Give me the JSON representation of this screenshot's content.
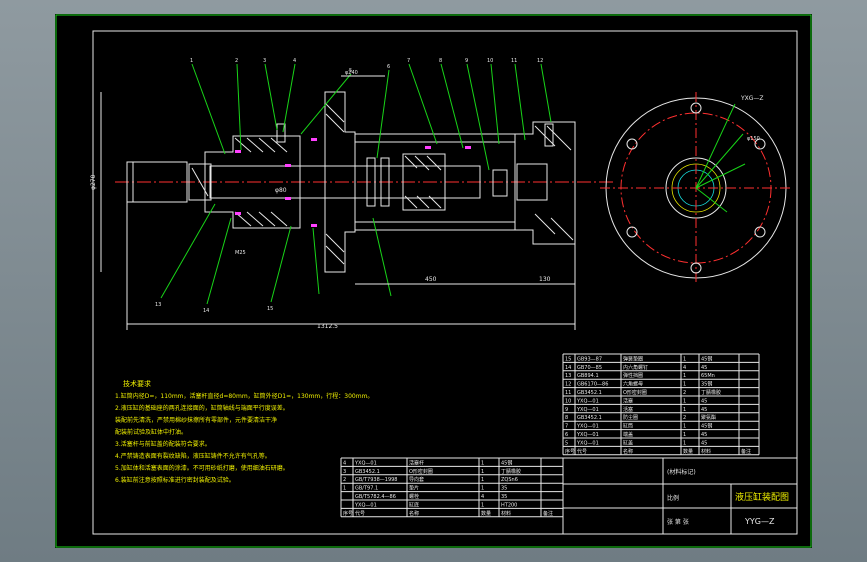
{
  "tech_requirements": {
    "heading": "技术要求",
    "lines": [
      "1.缸筒内径D=，110mm，活塞杆直径d=80mm，缸筒外径D1=，130mm，行程：300mm。",
      "2.液压缸的基础座的两孔连接面的，缸筒轴线与端面平行度误差。",
      "装配前先清洗，严禁用棉纱抹擦所有零部件，元件要清洁干净",
      "配装前试验及缸体中打油。",
      "3.活塞杆与前缸盖的配装符合要求。",
      "4.严禁铸造表面有裂纹缺陷，液压缸铸件不允许有气孔等。",
      "5.加缸体和活塞表面的涂漆。不可用砂纸打磨，使用细油石研磨。",
      "6.装缸前注意按照标准进行密封装配及试验。"
    ]
  },
  "upper_parts": [
    [
      "15",
      "GB93—87",
      "弹簧垫圈",
      "1",
      "45钢",
      ""
    ],
    [
      "14",
      "GB70—85",
      "内六角螺钉",
      "4",
      "45",
      ""
    ],
    [
      "13",
      "GB894.1",
      "弹性挡圈",
      "1",
      "65Mn",
      ""
    ],
    [
      "12",
      "GB6170—86",
      "六角螺母",
      "1",
      "35钢",
      ""
    ],
    [
      "11",
      "GB3452.1",
      "O形密封圈",
      "2",
      "丁腈橡胶",
      ""
    ],
    [
      "10",
      "YXQ—01",
      "活塞",
      "1",
      "45",
      ""
    ],
    [
      "9",
      "YXQ—01",
      "活塞",
      "1",
      "45",
      ""
    ],
    [
      "8",
      "GB3452.1",
      "防尘圈",
      "2",
      "聚氨酯",
      ""
    ],
    [
      "7",
      "YXQ—01",
      "缸筒",
      "1",
      "45钢",
      ""
    ],
    [
      "6",
      "YXQ—01",
      "端盖",
      "1",
      "45",
      ""
    ],
    [
      "5",
      "YXQ—01",
      "缸盖",
      "1",
      "45",
      ""
    ]
  ],
  "upper_header": [
    "序号",
    "代号",
    "名称",
    "数量",
    "材料",
    "备注"
  ],
  "lower_parts": [
    [
      "4",
      "YXQ—01",
      "活塞杆",
      "1",
      "45钢",
      ""
    ],
    [
      "3",
      "GB3452.1",
      "O形密封圈",
      "1",
      "丁腈橡胶",
      ""
    ],
    [
      "2",
      "GB/T7938—1998",
      "导向套",
      "1",
      "ZQSn6",
      ""
    ],
    [
      "1",
      "GB/T97.1",
      "垫片",
      "1",
      "35",
      ""
    ],
    [
      "",
      "GB/T5782.4—86",
      "螺栓",
      "4",
      "35",
      ""
    ],
    [
      "",
      "YXQ—01",
      "缸底",
      "1",
      "HT200",
      ""
    ]
  ],
  "lower_header": [
    "序号",
    "代号",
    "名称",
    "数量",
    "材料",
    "备注"
  ],
  "title_block": {
    "material_note": "(材料标记)",
    "drawing_name": "液压缸装配图",
    "drawing_number": "YYG—Z",
    "scale_label": "比例",
    "sheet_label": "张 第 张"
  },
  "dimensions": {
    "total_length": "1312.5",
    "length_a": "450",
    "length_b": "130",
    "diameter_outer": "φ270",
    "rod_dia": "φ80",
    "thread": "M25",
    "flange_dim": "φ240",
    "bolt_circle": "φ150"
  },
  "balloons": [
    "1",
    "2",
    "3",
    "4",
    "5",
    "6",
    "7",
    "8",
    "9",
    "10",
    "11",
    "12",
    "13",
    "14",
    "15"
  ],
  "view_label": "YXG—Z",
  "chart_data": {
    "type": "table",
    "columns": [
      "序号",
      "代号",
      "名称",
      "数量",
      "材料",
      "备注"
    ],
    "rows": [
      [
        "15",
        "GB93—87",
        "弹簧垫圈",
        "1",
        "45钢",
        ""
      ],
      [
        "14",
        "GB70—85",
        "内六角螺钉",
        "4",
        "45",
        ""
      ],
      [
        "13",
        "GB894.1",
        "弹性挡圈",
        "1",
        "65Mn",
        ""
      ]
    ]
  }
}
